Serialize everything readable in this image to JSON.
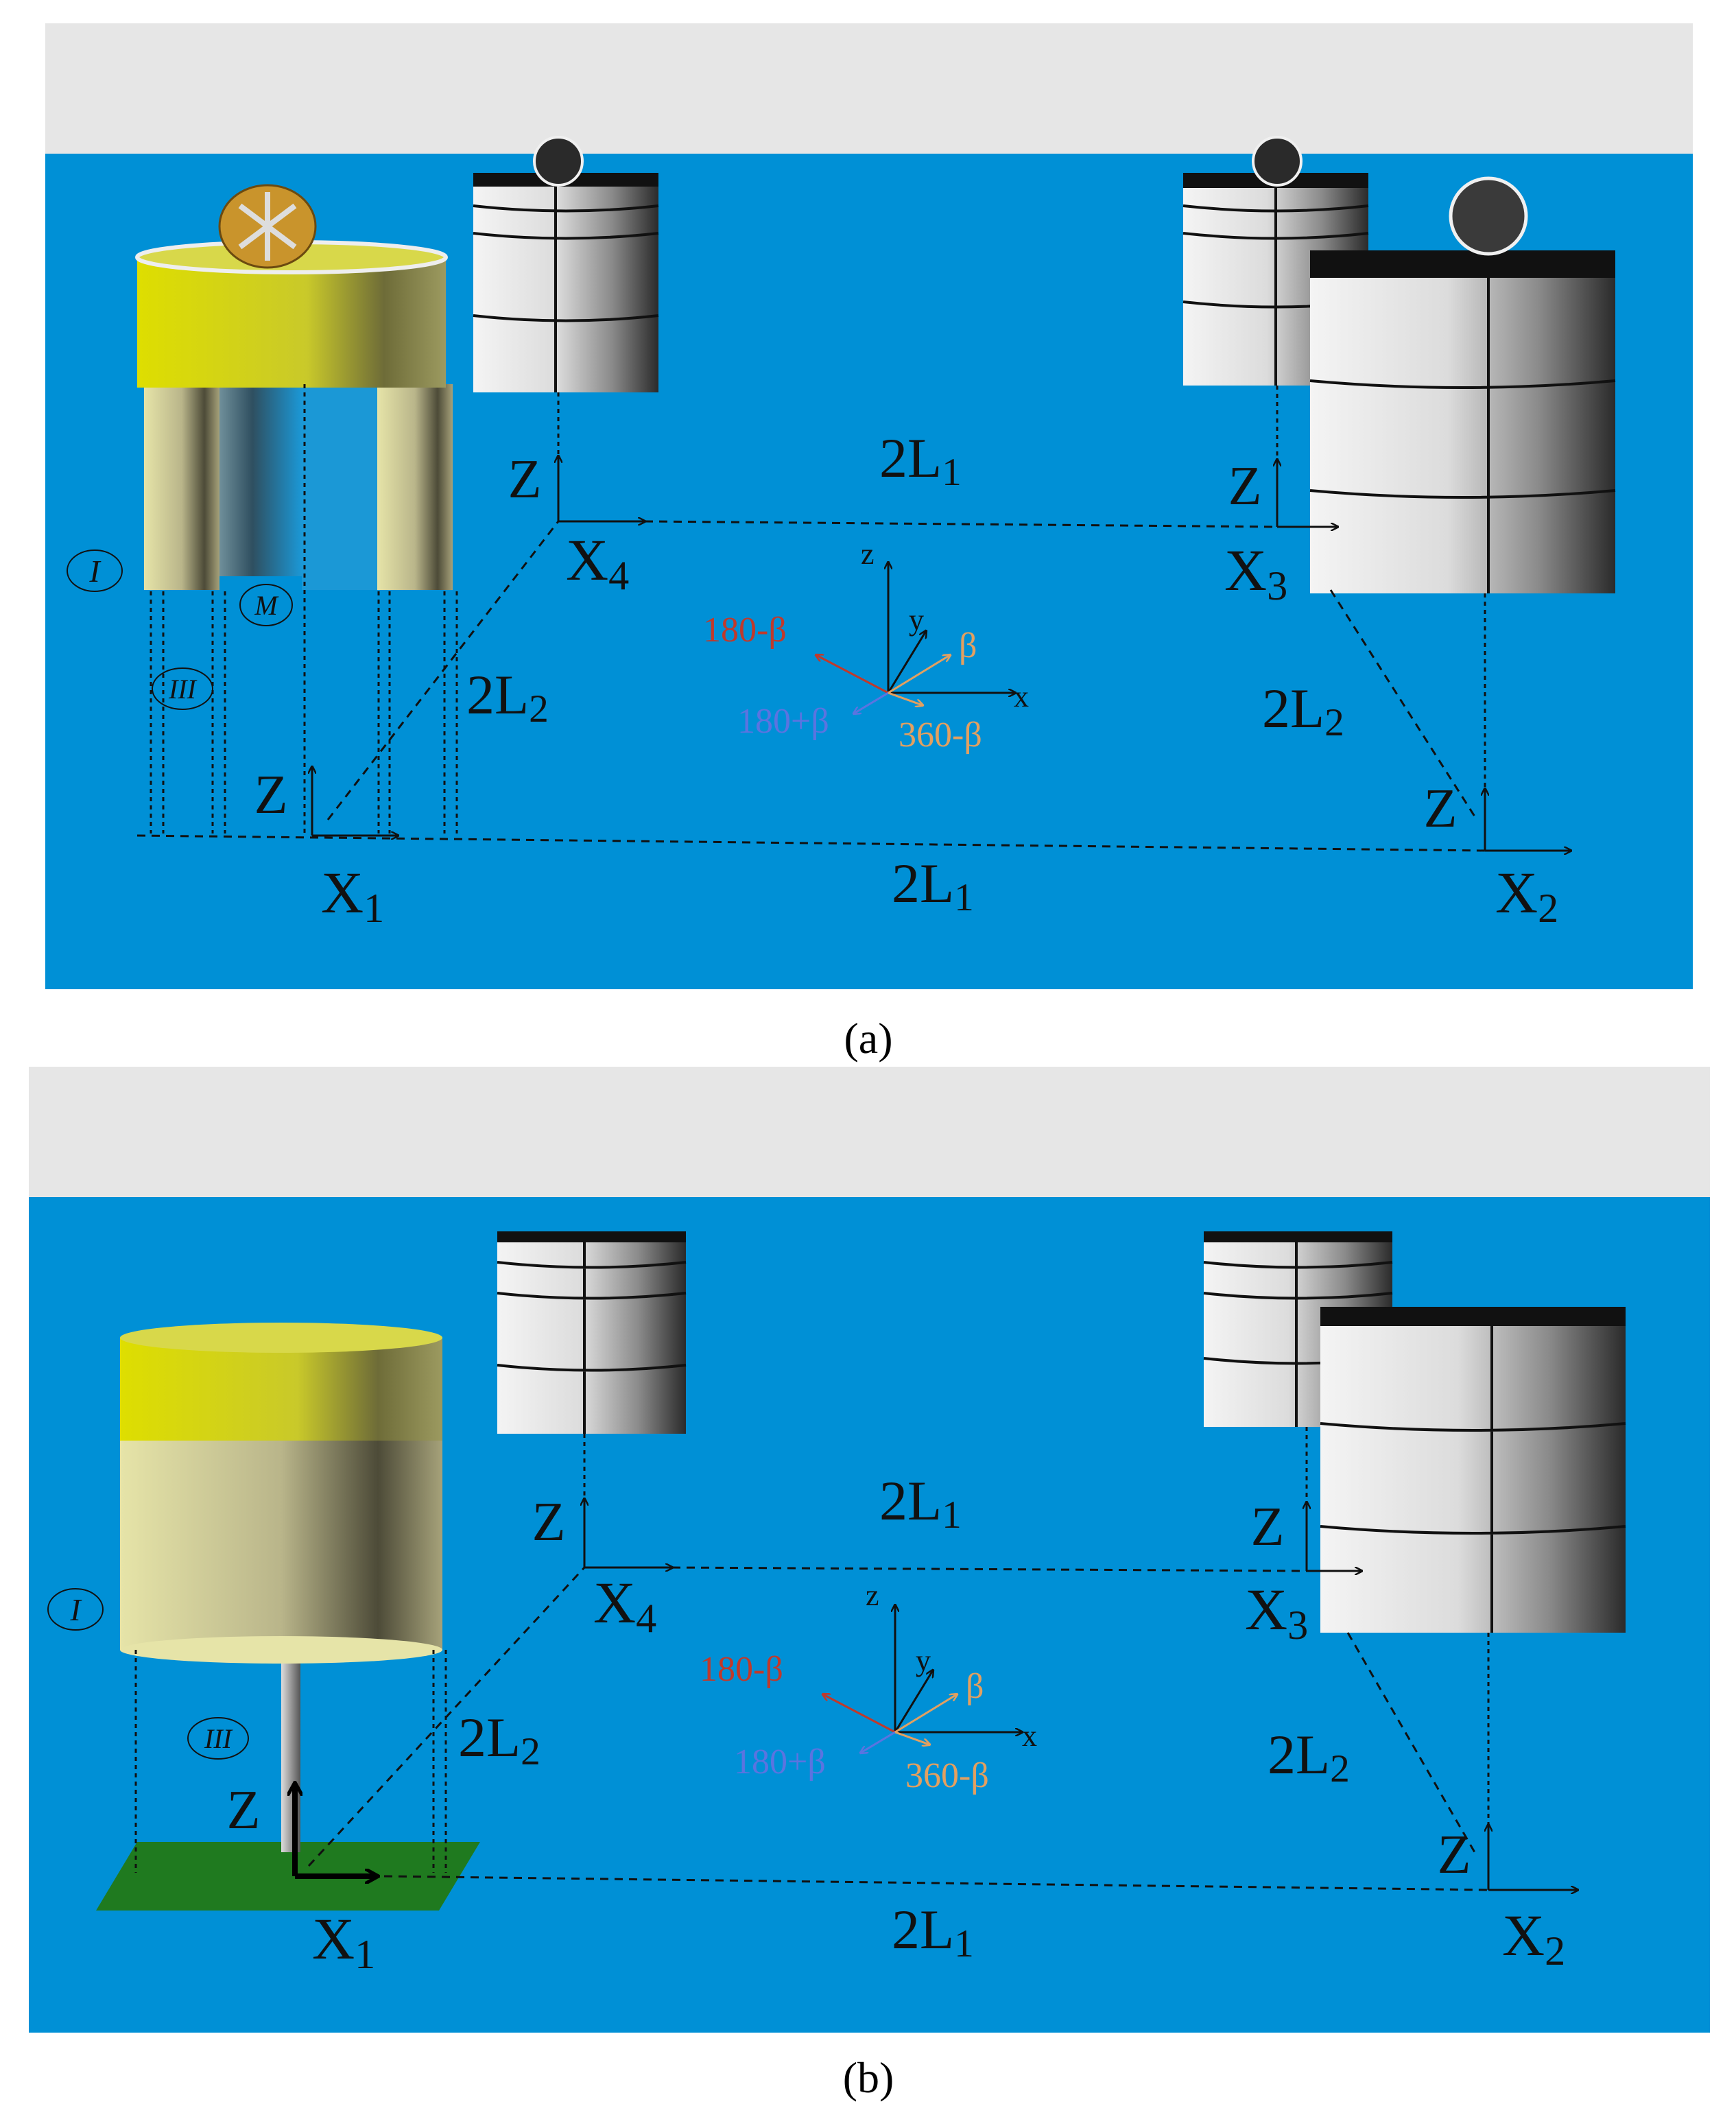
{
  "panels": [
    {
      "id": "a",
      "caption": "(a)",
      "turbine_label_outer": "I",
      "turbine_label_center": "M",
      "turbine_label_inner": "III",
      "frames": {
        "x1": "X",
        "x1_sub": "1",
        "x2": "X",
        "x2_sub": "2",
        "x3": "X",
        "x3_sub": "3",
        "x4": "X",
        "x4_sub": "4",
        "z": "Z"
      },
      "spacing": {
        "l1_top": "2L",
        "l1_bottom": "2L",
        "l1_sub": "1",
        "l2_left": "2L",
        "l2_right": "2L",
        "l2_sub": "2"
      },
      "direction": {
        "z": "z",
        "y": "y",
        "x": "x",
        "beta": "β",
        "d180m": "180-β",
        "d180p": "180+β",
        "d360m": "360-β"
      }
    },
    {
      "id": "b",
      "caption": "(b)",
      "turbine_label_outer": "I",
      "turbine_label_inner": "III",
      "frames": {
        "x1": "X",
        "x1_sub": "1",
        "x2": "X",
        "x2_sub": "2",
        "x3": "X",
        "x3_sub": "3",
        "x4": "X",
        "x4_sub": "4",
        "z": "Z"
      },
      "spacing": {
        "l1_top": "2L",
        "l1_bottom": "2L",
        "l1_sub": "1",
        "l2_left": "2L",
        "l2_right": "2L",
        "l2_sub": "2"
      },
      "direction": {
        "z": "z",
        "y": "y",
        "x": "x",
        "beta": "β",
        "d180m": "180-β",
        "d180p": "180+β",
        "d360m": "360-β"
      }
    }
  ],
  "colors": {
    "sky": "#e6e6e6",
    "water": "#0090d6",
    "yellow": "#e3e300",
    "olive": "#b9b58a",
    "ground": "#1f7a1f",
    "arrow_180m": "#c0392b",
    "arrow_180p": "#5b74e0",
    "arrow_beta": "#e3a060"
  }
}
